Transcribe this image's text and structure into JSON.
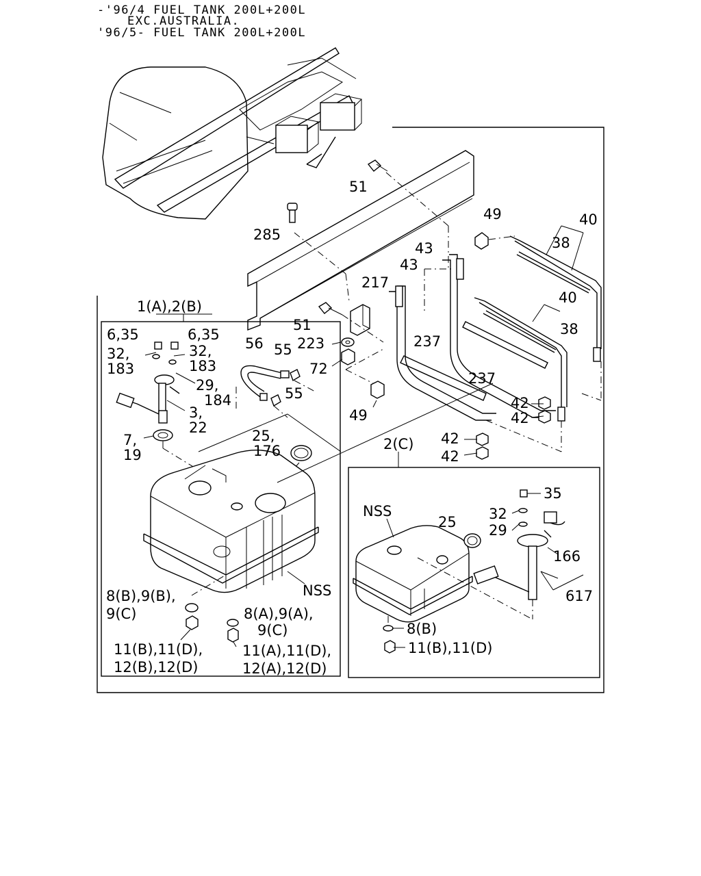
{
  "header": {
    "line1": "-'96/4 FUEL TANK 200L+200L",
    "line2": "EXC.AUSTRALIA.",
    "line3": "'96/5- FUEL TANK 200L+200L"
  },
  "callouts": {
    "c51a": "51",
    "c285": "285",
    "c49a": "49",
    "c40a": "40",
    "c38a": "38",
    "c43a": "43",
    "c43b": "43",
    "c217": "217",
    "c40b": "40",
    "c38b": "38",
    "c1a2b": "1(A),2(B)",
    "c51b": "51",
    "c56": "56",
    "c223": "223",
    "c72": "72",
    "c237a": "237",
    "c237b": "237",
    "c55a": "55",
    "c55b": "55",
    "c49b": "49",
    "c42a": "42",
    "c42b": "42",
    "c42c": "42",
    "c42d": "42",
    "c635a": "6,35",
    "c635b": "6,35",
    "c32a": "32,",
    "c183a": "183",
    "c32b": "32,",
    "c183b": "183",
    "c29a": "29,",
    "c184": "184",
    "c3": "3,",
    "c22": "22",
    "c7": "7,",
    "c19": "19",
    "c25a": "25,",
    "c176": "176",
    "c2c": "2(C)",
    "cNSSa": "NSS",
    "cNSSb": "NSS",
    "c25b": "25",
    "c35": "35",
    "c32c": "32",
    "c29b": "29",
    "c166": "166",
    "c617": "617",
    "c8b9b": "8(B),9(B),",
    "c9c": "9(C)",
    "c8a9a": "8(A),9(A),",
    "c9c2": "9(C)",
    "c11b11d": "11(B),11(D),",
    "c12b12d": "12(B),12(D)",
    "c11a11d": "11(A),11(D),",
    "c12a12d": "12(A),12(D)",
    "c8b": "8(B)",
    "c11b11d2": "11(B),11(D)"
  }
}
